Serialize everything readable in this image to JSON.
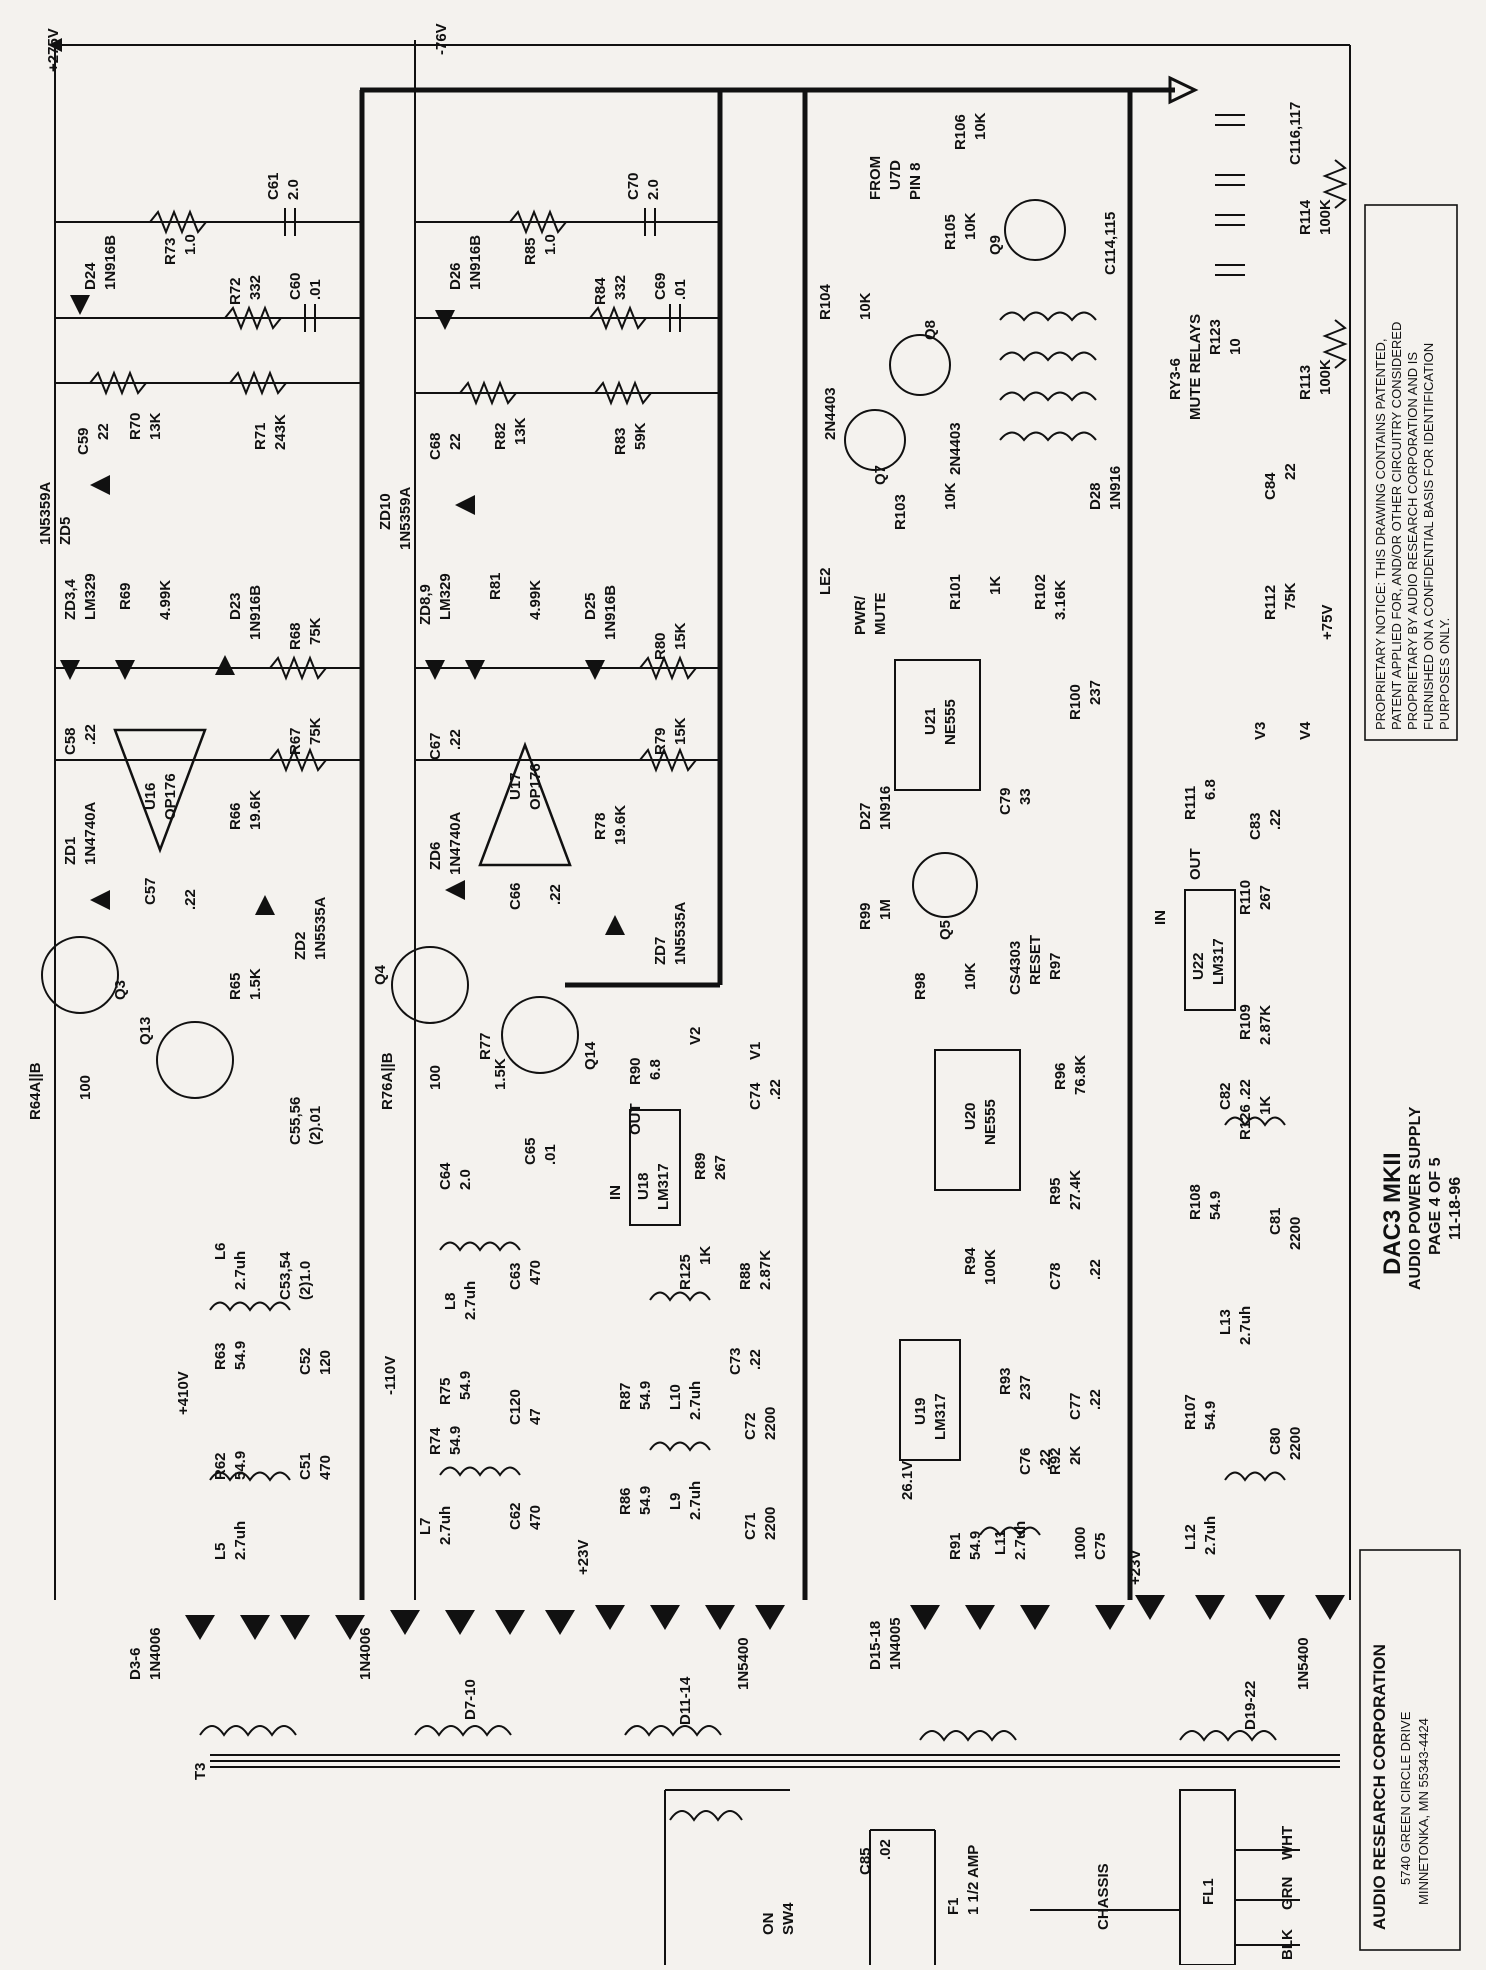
{
  "title": {
    "main": "DAC3 MKII",
    "sub": "AUDIO POWER SUPPLY",
    "page": "PAGE 4 OF 5",
    "date": "11-18-96"
  },
  "company": {
    "name": "AUDIO RESEARCH CORPORATION",
    "address1": "5740 GREEN CIRCLE DRIVE",
    "address2": "MINNETONKA, MN 55343-4424"
  },
  "notice": {
    "line1": "PROPRIETARY NOTICE:   THIS DRAWING CONTAINS PATENTED,",
    "line2": "PATENT APPLIED FOR, AND/OR OTHER CIRCUITRY CONSIDERED",
    "line3": "PROPRIETARY BY AUDIO RESEARCH CORPORATION AND IS",
    "line4": "FURNISHED ON A CONFIDENTIAL BASIS FOR IDENTIFICATION",
    "line5": "PURPOSES ONLY."
  },
  "rails": {
    "v275": "+275V",
    "v76": "-76V",
    "v410": "+410V",
    "v110": "-110V",
    "v23a": "+23V",
    "v23b": "+23V",
    "v261": "26.1V",
    "v75": "+75V"
  },
  "ics": {
    "u16": "U16",
    "u16t": "OP176",
    "u17": "U17",
    "u17t": "OP176",
    "u21": "U21",
    "u21t": "NE555",
    "u20": "U20",
    "u20t": "NE555",
    "u18": "U18",
    "u18t": "LM317",
    "u19": "U19",
    "u19t": "LM317",
    "u22": "U22",
    "u22t": "LM317"
  },
  "labels": {
    "r73": "R73",
    "r73v": "1.0",
    "c61": "C61",
    "c61v": "2.0",
    "d24": "D24",
    "d24t": "1N916B",
    "r72": "R72",
    "r72v": "332",
    "c60": "C60",
    "c60v": ".01",
    "r70": "R70",
    "r70v": "13K",
    "r71": "R71",
    "r71v": "243K",
    "c59": "C59",
    "c59v": "22",
    "zd5": "ZD5",
    "zd5t": "1N5359A",
    "zd34": "ZD3,4",
    "zd34t": "LM329",
    "r69": "R69",
    "r69v": "4.99K",
    "d23": "D23",
    "d23t": "1N916B",
    "r68": "R68",
    "r68v": "75K",
    "r67": "R67",
    "r67v": "75K",
    "c58": "C58",
    "c58v": ".22",
    "r66": "R66",
    "r66v": "19.6K",
    "zd1": "ZD1",
    "zd1t": "1N4740A",
    "c57": "C57",
    "c57v": ".22",
    "zd2": "ZD2",
    "zd2t": "1N5535A",
    "q3": "Q3",
    "q13": "Q13",
    "r64": "R64A||B",
    "r64v": "100",
    "r65": "R65",
    "r65v": "1.5K",
    "c5556": "C55,56",
    "c5556v": "(2).01",
    "r63": "R63",
    "r63v": "54.9",
    "l6": "L6",
    "l6v": "2.7uh",
    "c5354": "C53,54",
    "c5354v": "(2)1.0",
    "c52": "C52",
    "c52v": "120",
    "r62": "R62",
    "r62v": "54.9",
    "c51": "C51",
    "c51v": "470",
    "l5": "L5",
    "l5v": "2.7uh",
    "d36": "D3-6",
    "d36t": "1N4006",
    "t3": "T3",
    "r85": "R85",
    "r85v": "1.0",
    "c70": "C70",
    "c70v": "2.0",
    "d26": "D26",
    "d26t": "1N916B",
    "r84": "R84",
    "r84v": "332",
    "c69": "C69",
    "c69v": ".01",
    "r82": "R82",
    "r82v": "13K",
    "r83": "R83",
    "r83v": "59K",
    "c68": "C68",
    "c68v": "22",
    "zd10": "ZD10",
    "zd10t": "1N5359A",
    "zd89": "ZD8,9",
    "zd89t": "LM329",
    "r81": "R81",
    "r81v": "4.99K",
    "d25": "D25",
    "d25t": "1N916B",
    "r80": "R80",
    "r80v": "15K",
    "r79": "R79",
    "r79v": "15K",
    "c67": "C67",
    "c67v": ".22",
    "zd6": "ZD6",
    "zd6t": "1N4740A",
    "c66": "C66",
    "c66v": ".22",
    "r78": "R78",
    "r78v": "19.6K",
    "zd7": "ZD7",
    "zd7t": "1N5535A",
    "q4": "Q4",
    "q14": "Q14",
    "r76": "R76A||B",
    "r76v": "100",
    "r77": "R77",
    "r77v": "1.5K",
    "c64": "C64",
    "c64v": "2.0",
    "c65": "C65",
    "c65v": ".01",
    "l8": "L8",
    "l8v": "2.7uh",
    "c63": "C63",
    "c63v": "470",
    "r75": "R75",
    "r75v": "54.9",
    "c120": "C120",
    "c120v": "47",
    "r74": "R74",
    "r74v": "54.9",
    "l7": "L7",
    "l7v": "2.7uh",
    "c62": "C62",
    "c62v": "470",
    "d710": "D7-10",
    "d710t": "1N4006",
    "r90": "R90",
    "r90v": "6.8",
    "v2": "V2",
    "c74": "C74",
    "c74v": ".22",
    "v1": "V1",
    "r89": "R89",
    "r89v": "267",
    "r88": "R88",
    "r88v": "2.87K",
    "r125": "R125",
    "r125v": "1K",
    "c73": "C73",
    "c73v": ".22",
    "r87": "R87",
    "r87v": "54.9",
    "l10": "L10",
    "l10v": "2.7uh",
    "c72": "C72",
    "c72v": "2200",
    "r86": "R86",
    "r86v": "54.9",
    "l9": "L9",
    "l9v": "2.7uh",
    "c71": "C71",
    "c71v": "2200",
    "d1114": "D11-14",
    "d1114t": "1N5400",
    "r106": "R106",
    "r106v": "10K",
    "from": "FROM",
    "u7d": "U7D",
    "pin8": "PIN 8",
    "r105": "R105",
    "r105v": "10K",
    "q9": "Q9",
    "c114": "C114,115",
    "c116": "C116,117",
    "r114": "R114",
    "r114v": "100K",
    "r104": "R104",
    "r104v": "10K",
    "q8": "Q8",
    "q8t": "2N4403",
    "q7": "Q7",
    "q7t": "2N4403",
    "r123": "R123",
    "r123v": "10",
    "r113": "R113",
    "r113v": "100K",
    "ry36": "RY3-6",
    "ry36t": "MUTE RELAYS",
    "d28": "D28",
    "d28t": "1N916",
    "c84": "C84",
    "c84v": "22",
    "r103": "R103",
    "r103v": "10K",
    "le2": "LE2",
    "pwr": "PWR/",
    "mute": "MUTE",
    "r101": "R101",
    "r101v": "1K",
    "r102": "R102",
    "r102v": "3.16K",
    "r112": "R112",
    "r112v": "75K",
    "r100": "R100",
    "r100v": "237",
    "d27": "D27",
    "d27t": "1N916",
    "c79": "C79",
    "c79v": "33",
    "r99": "R99",
    "r99v": "1M",
    "q5": "Q5",
    "r98": "R98",
    "r98v": "10K",
    "cs4303": "CS4303",
    "reset": "RESET",
    "r97": "R97",
    "r96": "R96",
    "r96v": "76.8K",
    "r95": "R95",
    "r95v": "27.4K",
    "r94": "R94",
    "r94v": "100K",
    "c78": "C78",
    "c78v": ".22",
    "c77": "C77",
    "c77v": ".22",
    "r93": "R93",
    "r93v": "237",
    "r92": "R92",
    "r92v": "2K",
    "c76": "C76",
    "c76v": ".22",
    "r91": "R91",
    "r91v": "54.9",
    "l11": "L11",
    "l11v": "2.7uh",
    "c75": "C75",
    "c75v": "1000",
    "d1518": "D15-18",
    "d1518t": "1N4005",
    "r111": "R111",
    "r111v": "6.8",
    "v3": "V3",
    "v4": "V4",
    "c83": "C83",
    "c83v": ".22",
    "r110": "R110",
    "r110v": "267",
    "r109": "R109",
    "r109v": "2.87K",
    "r126": "R126",
    "r126v": "1K",
    "c82": "C82",
    "c82v": ".22",
    "r108": "R108",
    "r108v": "54.9",
    "c81": "C81",
    "c81v": "2200",
    "l13": "L13",
    "l13v": "2.7uh",
    "r107": "R107",
    "r107v": "54.9",
    "c80": "C80",
    "c80v": "2200",
    "l12": "L12",
    "l12v": "2.7uh",
    "d1922": "D19-22",
    "d1922t": "1N5400",
    "sw4": "SW4",
    "on": "ON",
    "c85": "C85",
    "c85v": ".02",
    "f1": "F1",
    "f1v": "1 1/2 AMP",
    "chassis": "CHASSIS",
    "fl1": "FL1",
    "blk": "BLK",
    "grn": "GRN",
    "wht": "WHT",
    "out1": "OUT",
    "in1": "IN",
    "out2": "OUT",
    "in2": "IN"
  }
}
